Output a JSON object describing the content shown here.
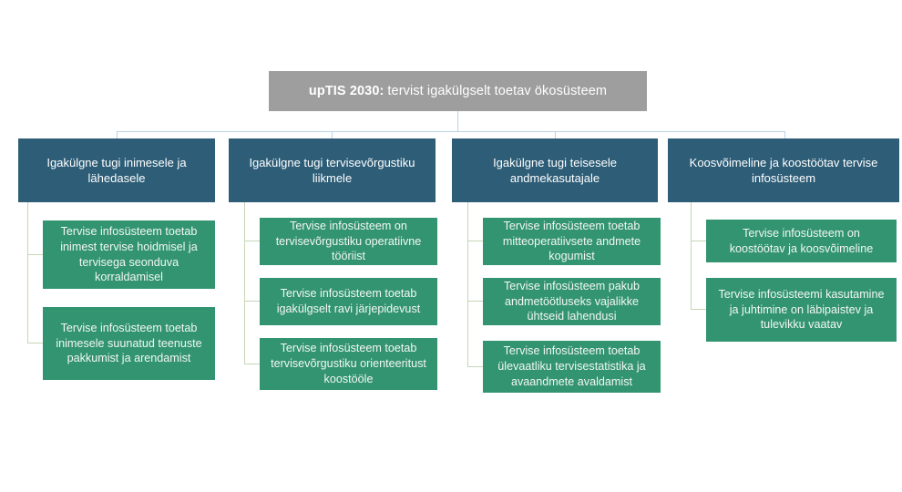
{
  "colors": {
    "root_box": "#9e9e9e",
    "column_header": "#2d5d77",
    "leaf_box": "#339471",
    "top_connector": "#b9d4e6",
    "branch_connector": "#c3d7b8",
    "text_light": "#ffffff",
    "background": "#ffffff"
  },
  "root": {
    "emphasis": "upTIS 2030:",
    "rest": " tervist igakülgselt toetav ökosüsteem"
  },
  "columns": [
    {
      "header": "Igakülgne tugi inimesele ja lähedasele",
      "items": [
        "Tervise infosüsteem toetab inimest tervise hoidmisel ja tervisega seonduva korraldamisel",
        "Tervise infosüsteem toetab inimesele suunatud teenuste pakkumist ja arendamist"
      ]
    },
    {
      "header": "Igakülgne tugi tervisevõrgustiku liikmele",
      "items": [
        "Tervise infosüsteem on tervisevõrgustiku operatiivne tööriist",
        "Tervise infosüsteem toetab igakülgselt ravi järjepidevust",
        "Tervise infosüsteem toetab tervisevõrgustiku orienteeritust koostööle"
      ]
    },
    {
      "header": "Igakülgne tugi teisesele andmekasutajale",
      "items": [
        "Tervise infosüsteem toetab mitteoperatiivsete andmete kogumist",
        "Tervise infosüsteem pakub andmetöötluseks vajalikke ühtseid lahendusi",
        "Tervise infosüsteem toetab ülevaatliku tervisestatistika ja avaandmete avaldamist"
      ]
    },
    {
      "header": "Koosvõimeline ja koostöötav tervise infosüsteem",
      "items": [
        "Tervise infosüsteem on koostöötav ja koosvõimeline",
        "Tervise infosüsteemi kasutamine ja juhtimine on läbipaistev ja tulevikku vaatav"
      ]
    }
  ]
}
